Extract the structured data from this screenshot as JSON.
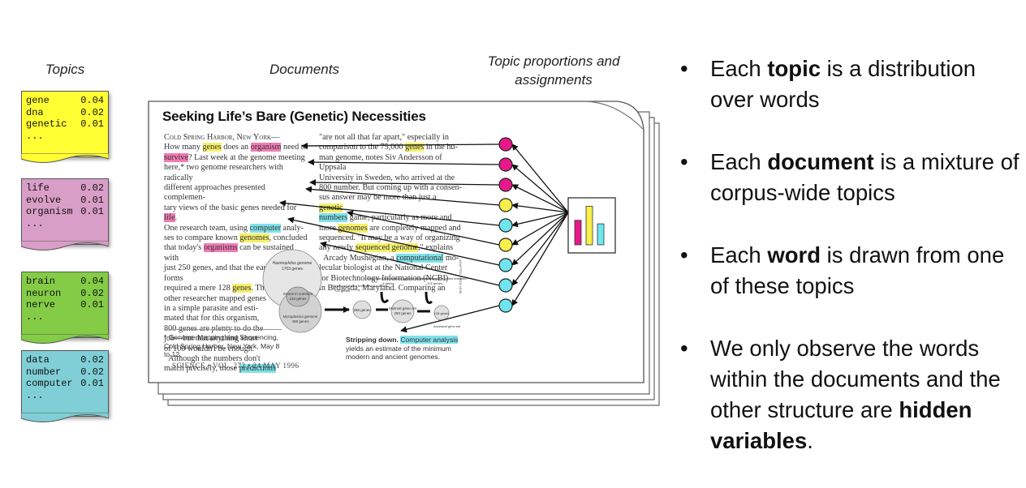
{
  "headers": {
    "topics": "Topics",
    "documents": "Documents",
    "proportions_line1": "Topic proportions and",
    "proportions_line2": "assignments"
  },
  "topics": [
    {
      "color": "#ffff33",
      "rows": [
        [
          "gene",
          "0.04"
        ],
        [
          "dna",
          "0.02"
        ],
        [
          "genetic",
          "0.01"
        ]
      ],
      "more": "..."
    },
    {
      "color": "#d99ec7",
      "rows": [
        [
          "life",
          "0.02"
        ],
        [
          "evolve",
          "0.01"
        ],
        [
          "organism",
          "0.01"
        ]
      ],
      "more": "..."
    },
    {
      "color": "#84cc46",
      "rows": [
        [
          "brain",
          "0.04"
        ],
        [
          "neuron",
          "0.02"
        ],
        [
          "nerve",
          "0.01"
        ]
      ],
      "more": "..."
    },
    {
      "color": "#80cfd6",
      "rows": [
        [
          "data",
          "0.02"
        ],
        [
          "number",
          "0.02"
        ],
        [
          "computer",
          "0.01"
        ]
      ],
      "more": "..."
    }
  ],
  "article": {
    "title": "Seeking Life’s Bare (Genetic) Necessities",
    "footnote": "* Genome Mapping and Sequencing, Cold Spring Harbor, New York, May 8 to 12.",
    "caption_bold": "Stripping down.",
    "caption_hl": "Computer analysis",
    "caption_rest": " yields an estimate of the minimum modern and ancient genomes.",
    "footer": "SCIENCE • VOL. 272 • 24 MAY 1996",
    "figure": {
      "haemophilus": "Haemophilus genome",
      "haemophilus_count": "1703 genes",
      "mycoplasma": "Mycoplasma genome",
      "mycoplasma_count": "469 genes",
      "common": "Genes in common",
      "common_count": "233 genes",
      "needed": "Genes needed for biochemical function",
      "needed_count": "+22 genes",
      "redundant": "Redundant and parasite-specific genes removed",
      "redundant_count": "-4 genes",
      "ancient": "Ancient modern genes removed",
      "ancient_count": "-122 genes",
      "g256": "256 genes",
      "minimal": "Minimal gene set",
      "minimal_count": "250 genes",
      "g128": "128 genes",
      "ancestral": "Ancestral gene set",
      "adapted": "ADAPTED FROM NCBI"
    }
  },
  "circle_colors": [
    "#e8188a",
    "#e8188a",
    "#e8188a",
    "#f7ef4a",
    "#6fe6ef",
    "#f7ef4a",
    "#6fe6ef",
    "#6fe6ef",
    "#6fe6ef"
  ],
  "proportions": {
    "bar_colors": [
      "#e8188a",
      "#f7ef4a",
      "#6fe6ef"
    ],
    "bar_values": [
      0.42,
      0.66,
      0.36
    ]
  },
  "bullets": [
    {
      "pre": "Each ",
      "bold": "topic",
      "post": " is a distribution over words"
    },
    {
      "pre": "Each ",
      "bold": "document",
      "post": " is a mixture of corpus-wide topics"
    },
    {
      "pre": "Each ",
      "bold": "word",
      "post": " is drawn from one of these topics"
    },
    {
      "pre": "We only observe the words within the documents and the other structure are ",
      "bold": "hidden variables",
      "post": "."
    }
  ],
  "bullet_symbol": "•"
}
